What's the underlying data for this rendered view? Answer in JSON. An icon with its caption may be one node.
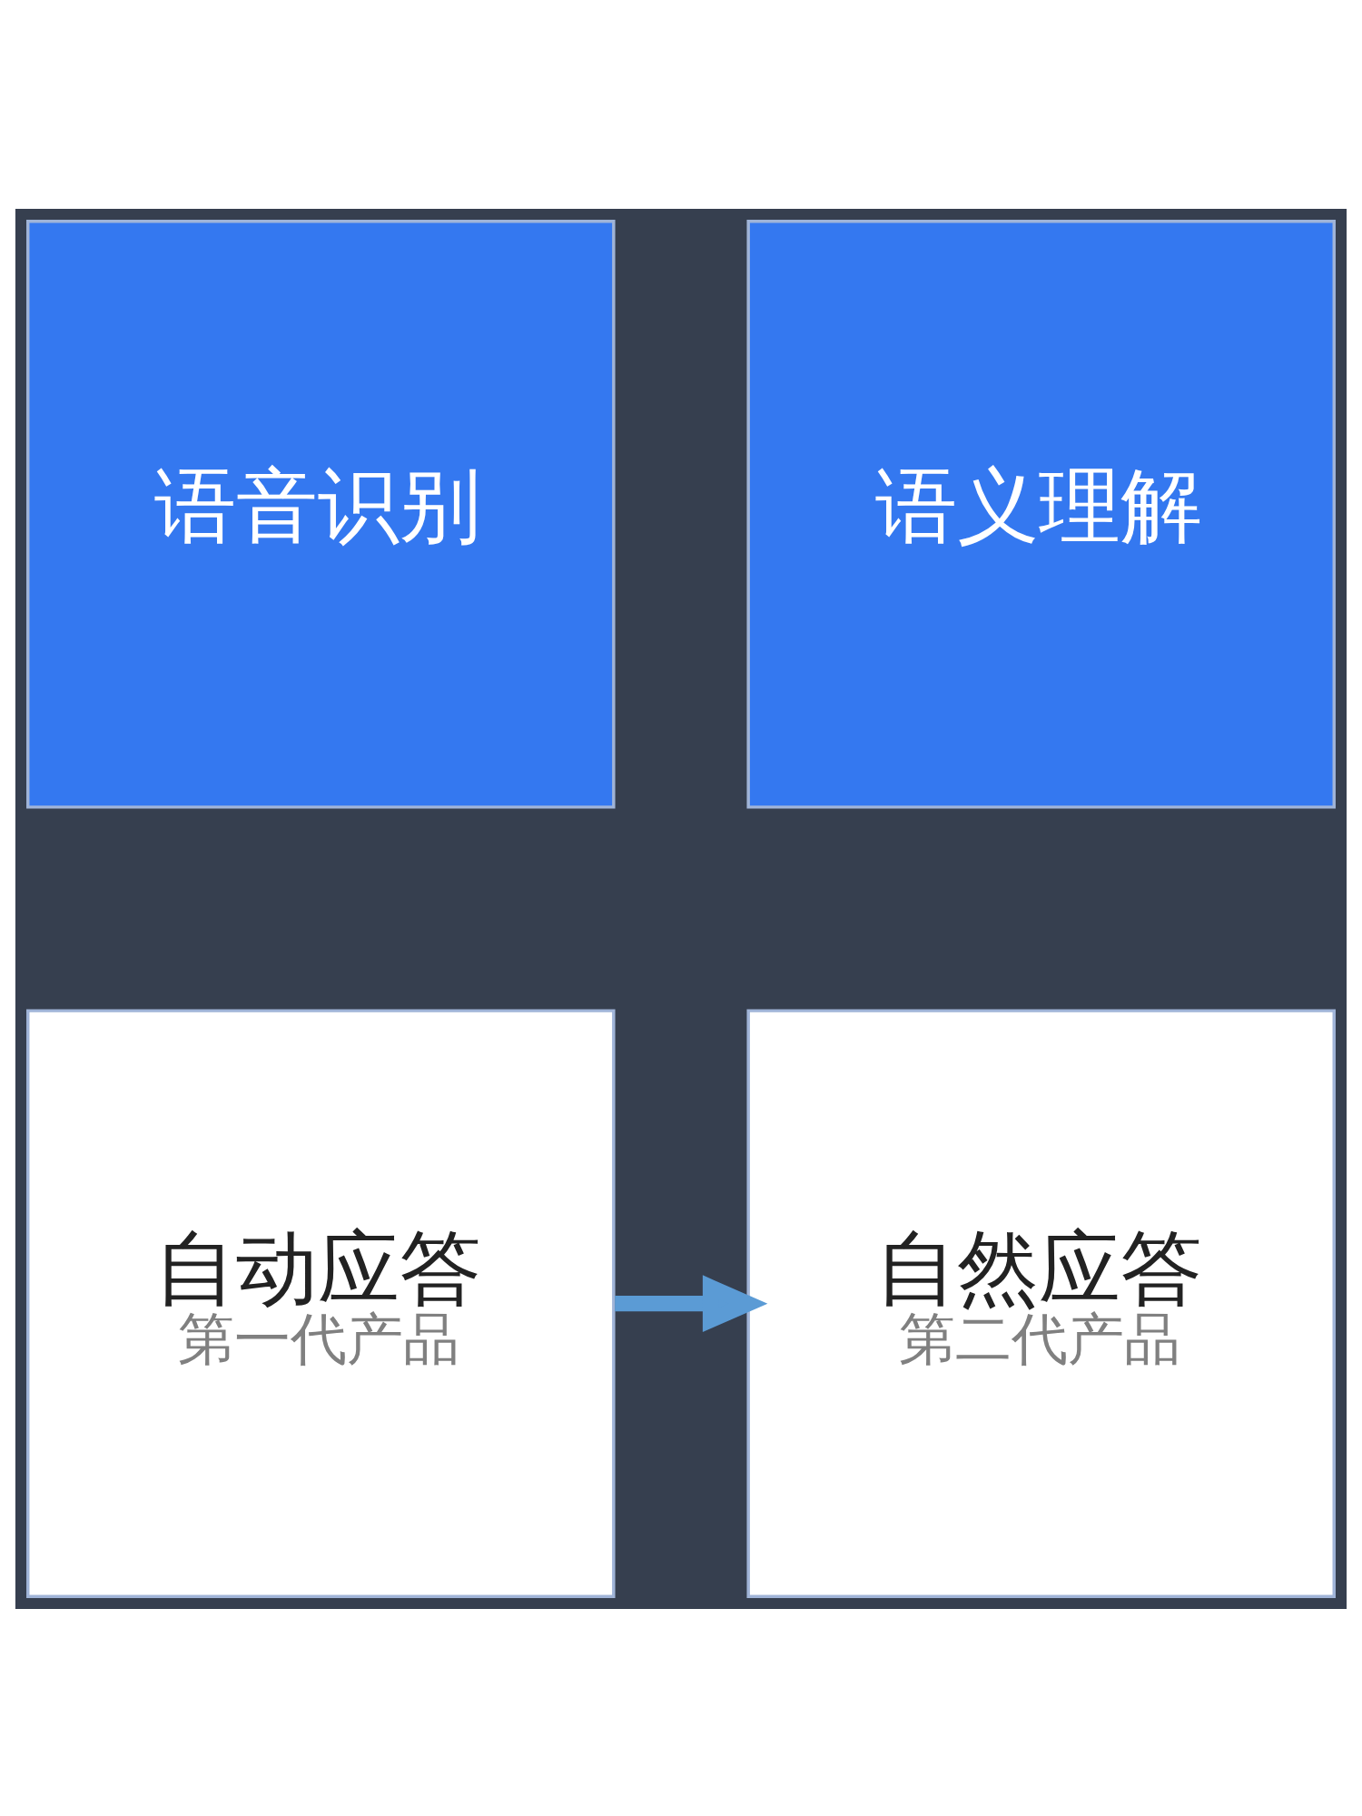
{
  "diagram": {
    "nodes": [
      {
        "text": [
          "语音识别"
        ]
      },
      {
        "text": [
          "语义理解"
        ]
      },
      {
        "text": [
          "自动应答",
          "第一代产品"
        ]
      },
      {
        "text": [
          "自然应答",
          "第二代产品"
        ]
      }
    ],
    "edges": [
      {
        "from": 2,
        "to": 3,
        "arrow": "to"
      }
    ]
  }
}
